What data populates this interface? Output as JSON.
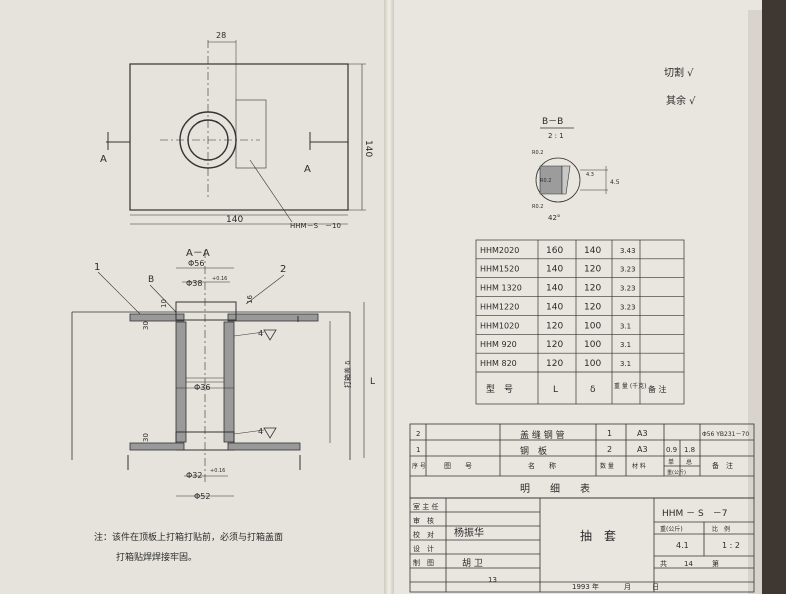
{
  "plan_view": {
    "dim_top": "28",
    "dim_bottom": "140",
    "dim_right": "140",
    "section_left": "A",
    "section_right": "A",
    "callout": "HHM－S　－10"
  },
  "section_aa": {
    "title": "A－A",
    "dia_top": "Φ56",
    "dia_inner": "Φ38",
    "tol_inner": "+0.16",
    "label_1": "1",
    "label_b": "B",
    "label_2": "2",
    "dim_10": "10",
    "dim_16": "16",
    "dim_30_top": "30",
    "dim_30_bot": "30",
    "dia_mid": "Φ36",
    "dia_low": "Φ32",
    "tol_low": "+0.16",
    "dia_bottom": "Φ52",
    "weld_4a": "4",
    "weld_4b": "4",
    "plate_label": "打箱盖 δ",
    "len_label": "L"
  },
  "detail_bb": {
    "title": "B－B",
    "scale": "2 : 1",
    "r_top": "R0.2",
    "r_left": "R0.2",
    "r_bottom": "R0.2",
    "r_dim": "4.3",
    "v_dim": "4.5",
    "angle": "42°"
  },
  "notes_top": {
    "line1": "切割 √",
    "line2": "其余 √"
  },
  "param_table": {
    "rows": [
      {
        "model": "HHM2020",
        "L": "160",
        "d": "140",
        "w": "3.43"
      },
      {
        "model": "HHM1520",
        "L": "140",
        "d": "120",
        "w": "3.23"
      },
      {
        "model": "HHM 1320",
        "L": "140",
        "d": "120",
        "w": "3.23"
      },
      {
        "model": "HHM1220",
        "L": "140",
        "d": "120",
        "w": "3.23"
      },
      {
        "model": "HHM1020",
        "L": "120",
        "d": "100",
        "w": "3.1"
      },
      {
        "model": "HHM 920",
        "L": "120",
        "d": "100",
        "w": "3.1"
      },
      {
        "model": "HHM 820",
        "L": "120",
        "d": "100",
        "w": "3.1"
      }
    ],
    "header": {
      "model": "型　号",
      "L": "L",
      "d": "δ",
      "w": "重 量 (千克)",
      "note": "备 注"
    }
  },
  "bom": {
    "rows": [
      {
        "no": "2",
        "code": "",
        "name": "盖 缝 钢 管",
        "qty": "1",
        "mat": "A3",
        "unit": "",
        "total": "",
        "note": "Φ56 YB231－70"
      },
      {
        "no": "1",
        "code": "",
        "name": "钢　板",
        "qty": "2",
        "mat": "A3",
        "unit": "0.9",
        "total": "1.8",
        "note": ""
      }
    ],
    "header": {
      "no": "序 号",
      "code": "图　　号",
      "name": "名　　称",
      "qty": "数 量",
      "mat": "材 料",
      "unit": "单",
      "total": "总",
      "weight": "重(公斤)",
      "note": "备　注"
    },
    "title": "明　　细　　表"
  },
  "title_block": {
    "roles": [
      "室 主 任",
      "审　核",
      "校　对",
      "设　计",
      "制　图"
    ],
    "sign_1": "杨振华",
    "sign_2": "胡 卫",
    "drawing_name": "抽　套",
    "drawing_no": "HHM － S　－7",
    "weight_label": "重(公斤)",
    "scale_label": "比　例",
    "weight": "4.1",
    "scale": "1 : 2",
    "sheet_label": "共",
    "sheets": "14",
    "sheet_of": "第",
    "year": "1993 年",
    "month": "月",
    "day": "日",
    "misc": "13"
  },
  "note": {
    "line1": "注：该件在顶板上打箱打贴前，必须与打箱盖面",
    "line2": "打箱贴焊焊接牢固。"
  }
}
